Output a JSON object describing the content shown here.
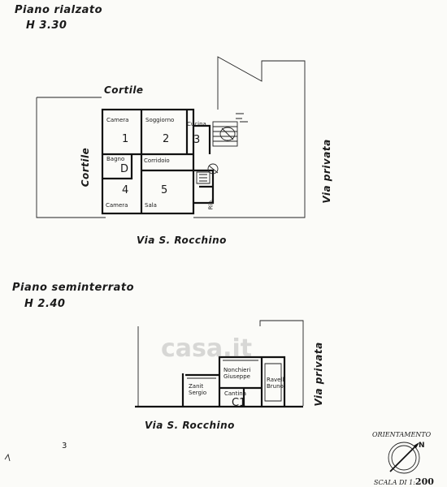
{
  "upper_floor": {
    "title": "Piano rialzato",
    "height": "H 3.30",
    "courtyard_top": "Cortile",
    "courtyard_left": "Cortile",
    "private_road": "Via privata",
    "street": "Via S. Rocchino",
    "rooms": [
      {
        "name": "Camera",
        "number": "1"
      },
      {
        "name": "Soggiorno",
        "number": "2"
      },
      {
        "name": "Cucina",
        "number": "3"
      },
      {
        "name": "Bagno",
        "number": "D"
      },
      {
        "name": "Corridoio",
        "number": ""
      },
      {
        "name": "Camera",
        "number": "4"
      },
      {
        "name": "Sala",
        "number": "5"
      },
      {
        "name": "Rip.",
        "number": ""
      }
    ]
  },
  "lower_floor": {
    "title": "Piano seminterrato",
    "height": "H 2.40",
    "private_road": "Via privata",
    "street": "Via S. Rocchino",
    "rooms": [
      {
        "name": "Nonchieri Giuseppe",
        "number": ""
      },
      {
        "name": "Ravelli Bruno",
        "number": ""
      },
      {
        "name": "Zanit Sergio",
        "number": ""
      },
      {
        "name": "Cantina",
        "number": "C1"
      }
    ]
  },
  "orientation": {
    "label": "ORIENTAMENTO",
    "north": "N"
  },
  "scale": {
    "label": "SCALA DI 1:",
    "value": "200"
  },
  "watermark": "casa.it",
  "page_mark": "3"
}
